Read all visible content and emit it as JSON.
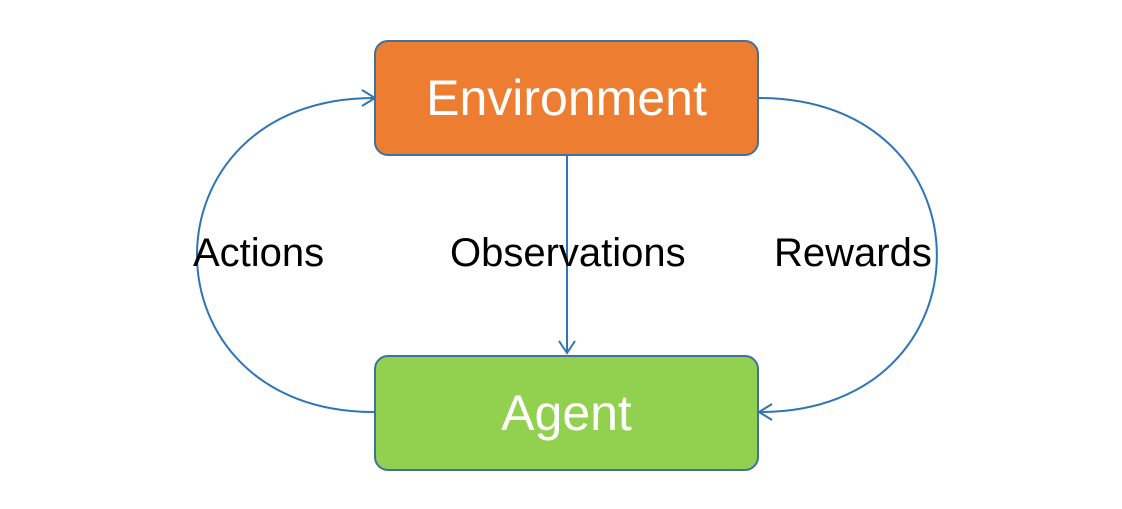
{
  "nodes": {
    "environment": {
      "label": "Environment",
      "color": "#ed7d31"
    },
    "agent": {
      "label": "Agent",
      "color": "#92d050"
    }
  },
  "edges": {
    "actions": {
      "label": "Actions",
      "from": "agent",
      "to": "environment"
    },
    "observations": {
      "label": "Observations",
      "from": "environment",
      "to": "agent"
    },
    "rewards": {
      "label": "Rewards",
      "from": "environment",
      "to": "agent"
    }
  },
  "colors": {
    "arrow": "#2e75b6",
    "box_border": "#41719c",
    "box_text": "#ffffff"
  }
}
